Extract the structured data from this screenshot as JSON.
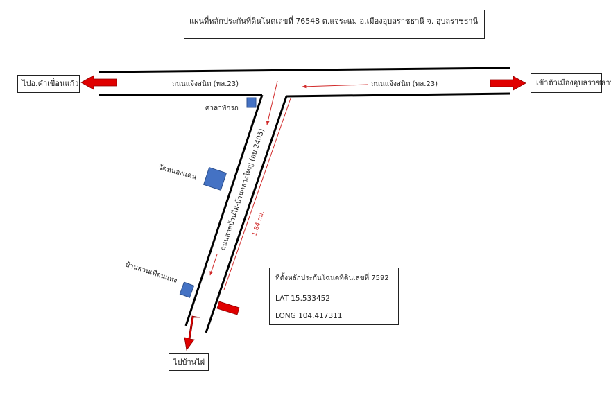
{
  "map": {
    "title": "แผนที่หลักประกันที่ดินโนดเลขที่ 76548 ต.แจระแม อ.เมืองอุบลราชธานี จ. อุบลราชธานี",
    "roads": {
      "main_left": "ถนนแจ้งสนิท (ทล.23)",
      "main_right": "ถนนแจ้งสนิท (ทล.23)",
      "branch": "ถนนสายบ้านไผ่-บ้านกลางใหญ่ (อบ.2405)"
    },
    "distance": "1.84 กม.",
    "destinations": {
      "left": "ไปอ.คำเขื่อนแก้ว",
      "right": "เข้าตัวเมืองอุบลราชธานี",
      "bottom": "ไปบ้านไผ่"
    },
    "landmarks": {
      "sala": "ศาลาพักรถ",
      "temple": "วัดหนองแคน",
      "village": "บ้านสวนเพื่อนแพง"
    },
    "info": {
      "title": "ที่ตั้งหลักประกันโฉนดที่ดินเลขที่ 7592",
      "lat": "LAT 15.533452",
      "long": "LONG 104.417311"
    },
    "colors": {
      "arrow": "#e00000",
      "marker": "#e00000",
      "landmark_fill": "#4472c4",
      "route_line": "#d12a2a",
      "road": "#000000"
    },
    "icons": {
      "arrow": "arrow-icon",
      "landmark": "square-marker-icon",
      "property": "property-marker-icon"
    }
  }
}
